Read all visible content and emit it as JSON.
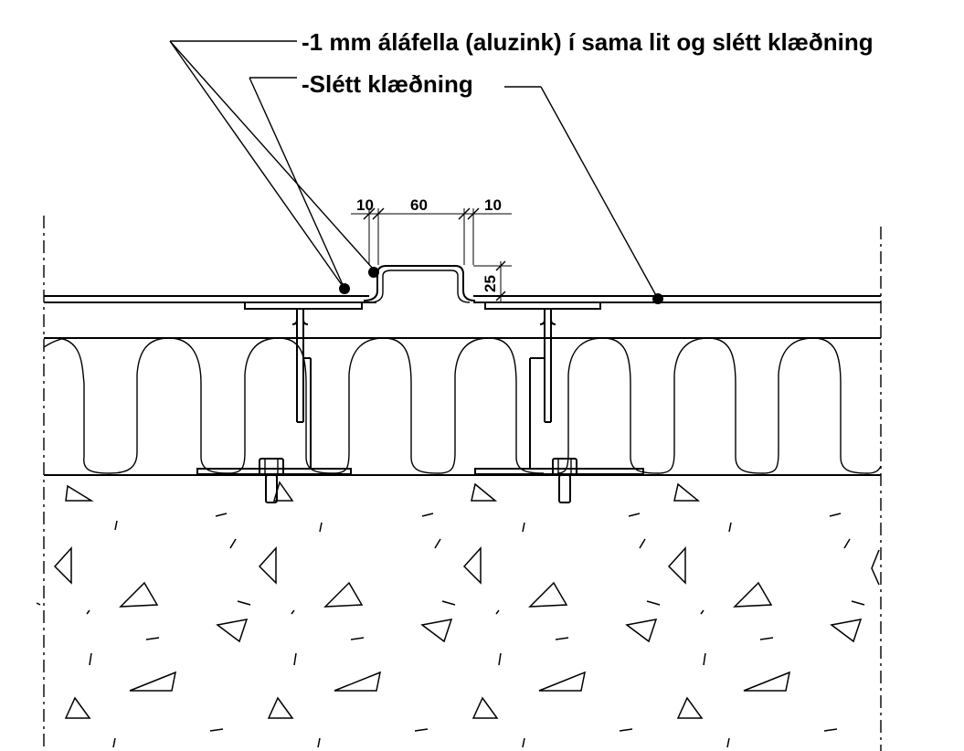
{
  "labels": {
    "flashing": "-1 mm áláfella (aluzink) í sama lit og slétt klæðning",
    "cladding": "-Slétt klæðning"
  },
  "dimensions": {
    "d1": "10",
    "d2": "60",
    "d3": "10",
    "d4": "25"
  },
  "colors": {
    "line": "#000000",
    "background": "#ffffff"
  }
}
